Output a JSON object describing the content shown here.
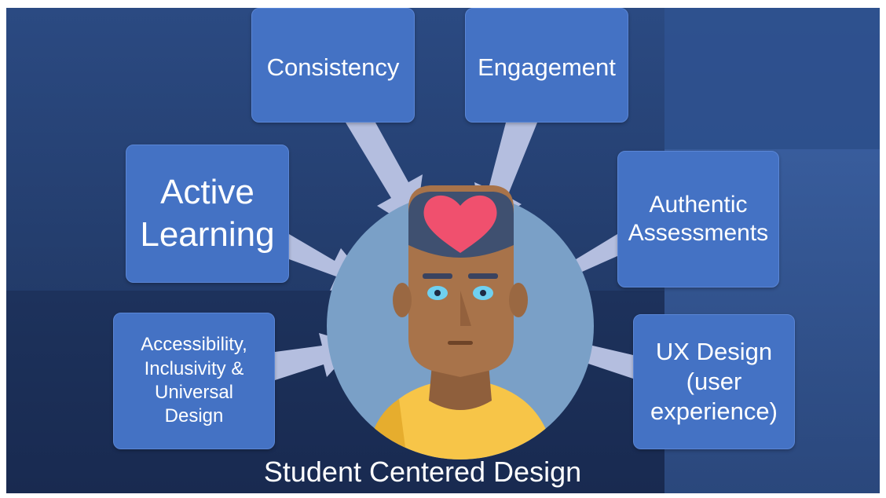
{
  "slide": {
    "caption": "Student Centered Design"
  },
  "boxes": {
    "consistency": "Consistency",
    "engagement": "Engagement",
    "active_learning": [
      "Active",
      "Learning"
    ],
    "authentic_assessments": [
      "Authentic",
      "Assessments"
    ],
    "accessibility": [
      "Accessibility,",
      "Inclusivity &",
      "Universal",
      "Design"
    ],
    "ux_design": [
      "UX Design",
      "(user",
      "experience)"
    ]
  },
  "colors": {
    "background": "#233c6b",
    "box_fill": "#4472c4",
    "arrow": "#b4bedf",
    "circle": "#7aa0c7",
    "heart": "#f0506e",
    "shirt": "#f7c548",
    "skin": "#a8734a"
  },
  "icons": [
    "student-head-icon",
    "heart-icon"
  ]
}
